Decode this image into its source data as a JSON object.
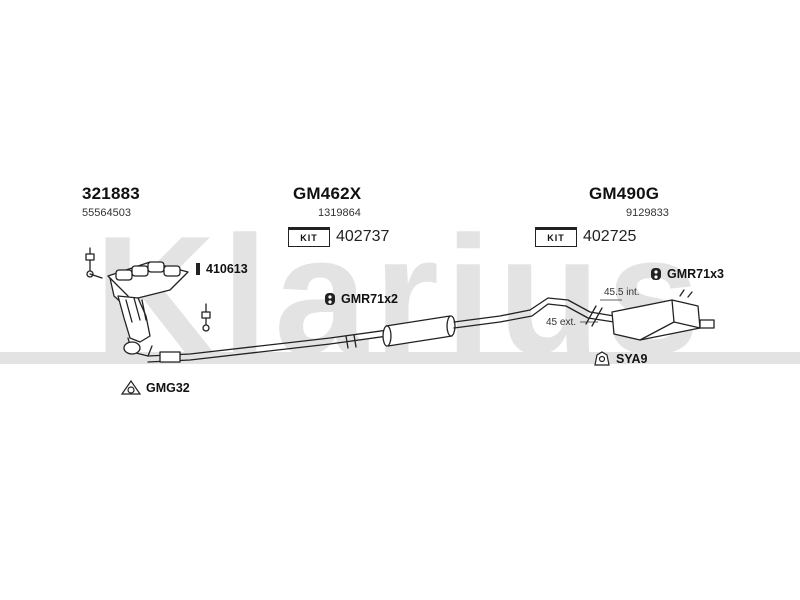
{
  "watermark": {
    "text": "Klarius",
    "color": "#e3e3e3"
  },
  "groups": [
    {
      "part_number": "321883",
      "sub_number": "55564503"
    },
    {
      "part_number": "GM462X",
      "sub_number": "1319864",
      "kit_label": "KIT",
      "kit_number": "402737"
    },
    {
      "part_number": "GM490G",
      "sub_number": "9129833",
      "kit_label": "KIT",
      "kit_number": "402725"
    }
  ],
  "fittings": [
    {
      "code": "410613",
      "icon": "bolt-icon"
    },
    {
      "code": "GMR71x2",
      "icon": "rubber-mount-icon"
    },
    {
      "code": "GMR71x3",
      "icon": "rubber-mount-icon"
    },
    {
      "code": "SYA9",
      "icon": "bracket-icon"
    },
    {
      "code": "GMG32",
      "icon": "gasket-icon"
    }
  ],
  "notes": {
    "length_int": "45.5 int.",
    "length_ext": "45 ext."
  },
  "colors": {
    "line": "#222222",
    "watermark": "#e3e3e3"
  }
}
